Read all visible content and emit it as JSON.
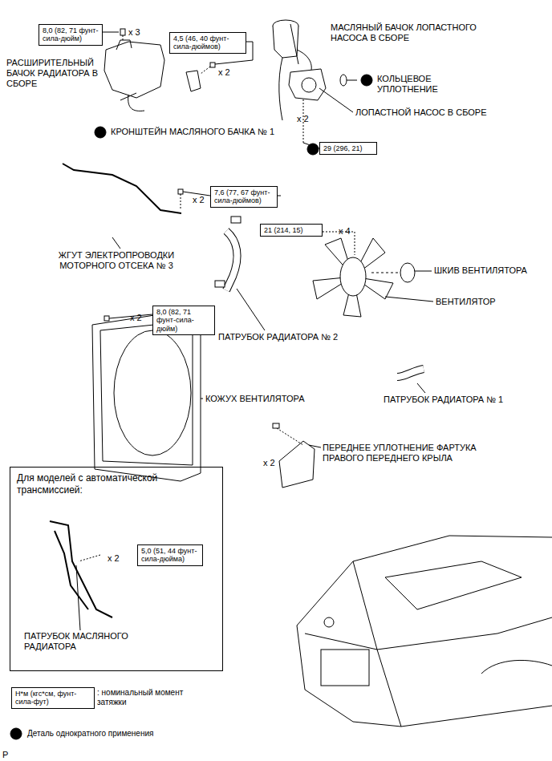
{
  "diagram": {
    "nodes": [
      {
        "text": [
          "8,0 (82, 71 фунт-сила-дюйм)"
        ]
      },
      {
        "text": [
          "4,5 (46, 40 фунт-сила-дюймов)"
        ]
      },
      {
        "text": [
          "29 (296, 21)"
        ]
      },
      {
        "text": [
          "7,6 (77, 67 фунт-сила-дюймов)"
        ]
      },
      {
        "text": [
          "21 (214, 15)"
        ]
      },
      {
        "text": [
          "8,0 (82, 71 фунт-сила-дюйм)"
        ]
      },
      {
        "text": [
          "Для моделей с автоматической трансмиссией:"
        ]
      },
      {
        "text": [
          "5,0 (51, 44 фунт-сила-дюйма)"
        ],
        "in": 6
      },
      {
        "text": [
          "Н*м (кгс*см, фунт-сила-фут)"
        ]
      }
    ],
    "labels": [
      "x 3",
      "РАСШИРИТЕЛЬНЫЙ БАЧОК РАДИАТОРА В СБОРЕ",
      "x 2",
      "КРОНШТЕЙН МАСЛЯНОГО БАЧКА № 1",
      "МАСЛЯНЫЙ БАЧОК ЛОПАСТНОГО НАСОСА В СБОРЕ",
      "КОЛЬЦЕВОЕ УПЛОТНЕНИЕ",
      "ЛОПАСТНОЙ НАСОС В СБОРЕ",
      "x 2",
      "x 2",
      "ЖГУТ ЭЛЕКТРОПРОВОДКИ МОТОРНОГО ОТСЕКА № 3",
      "x 4",
      "ШКИВ ВЕНТИЛЯТОРА",
      "ВЕНТИЛЯТОР",
      "x 2",
      "ПАТРУБОК РАДИАТОРА № 2",
      "КОЖУХ ВЕНТИЛЯТОРА",
      "ПАТРУБОК РАДИАТОРА № 1",
      "x 2",
      "ПЕРЕДНЕЕ УПЛОТНЕНИЕ ФАРТУКА ПРАВОГО ПЕРЕДНЕГО КРЫЛА",
      "x 2",
      "ПАТРУБОК МАСЛЯНОГО РАДИАТОРА",
      "P"
    ],
    "legend": [
      {
        "text": ": номинальный момент затяжки"
      },
      {
        "text": "Деталь однократного применения"
      }
    ]
  }
}
